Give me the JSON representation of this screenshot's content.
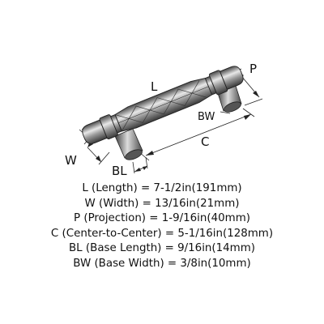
{
  "diagram": {
    "labels": {
      "length": "L",
      "width": "W",
      "projection": "P",
      "center": "C",
      "base_length": "BL",
      "base_width": "BW"
    }
  },
  "specs": [
    {
      "text": "L (Length) = 7-1/2in(191mm)"
    },
    {
      "text": "W (Width) = 13/16in(21mm)"
    },
    {
      "text": "P (Projection) = 1-9/16in(40mm)"
    },
    {
      "text": "C (Center-to-Center) = 5-1/16in(128mm)"
    },
    {
      "text": "BL (Base Length) = 9/16in(14mm)"
    },
    {
      "text": "BW (Base Width) = 3/8in(10mm)"
    }
  ]
}
